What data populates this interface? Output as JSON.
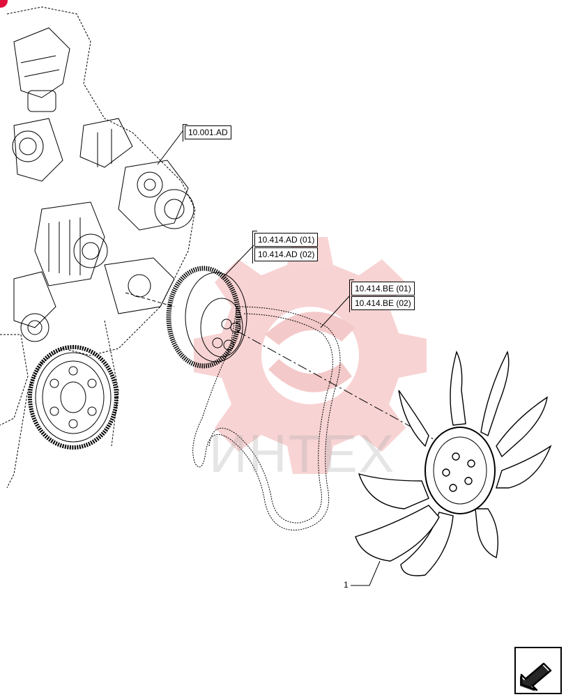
{
  "callouts": {
    "engine": "10.001.AD",
    "pulley_01": "10.414.AD (01)",
    "pulley_02": "10.414.AD (02)",
    "belt_01": "10.414.BE (01)",
    "belt_02": "10.414.BE (02)"
  },
  "item_number": "1",
  "watermark": "ИНТЕХ",
  "icons": {
    "nav": "arrow-down-left-icon",
    "watermark": "gear-logo-icon"
  },
  "colors": {
    "line": "#000000",
    "watermark": "#f0a0a0",
    "badge": "#e0103c"
  }
}
